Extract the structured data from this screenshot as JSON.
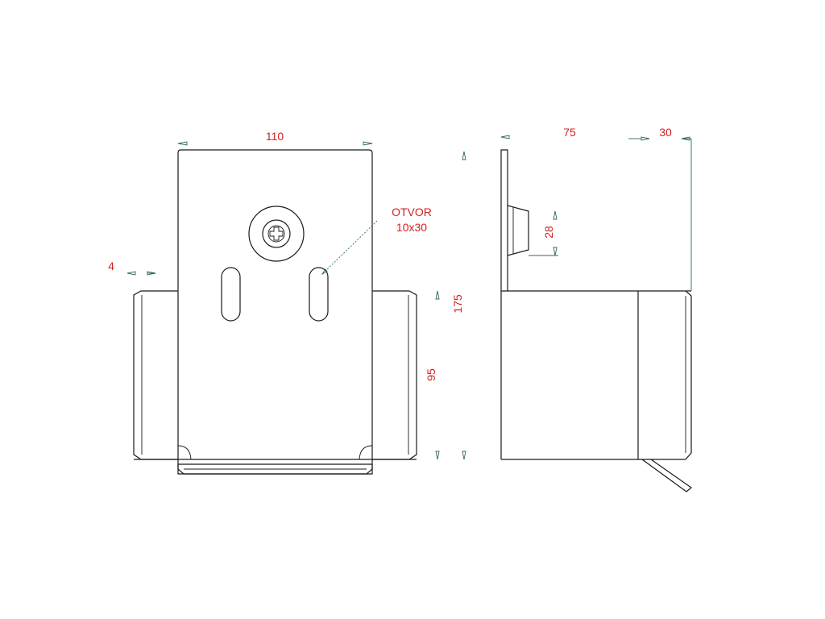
{
  "drawing": {
    "front_view": {
      "width_label": "110",
      "flange_label": "4",
      "hole_label_line1": "OTVOR",
      "hole_label_line2": "10x30",
      "height_total_label": "175",
      "height_lower_label": "95"
    },
    "side_view": {
      "depth_label": "75",
      "offset_label": "30",
      "tab_height_label": "28"
    }
  },
  "colors": {
    "dimension_text": "#d32020",
    "dimension_line": "#2f6b4f",
    "outline": "#1a1a1a"
  }
}
